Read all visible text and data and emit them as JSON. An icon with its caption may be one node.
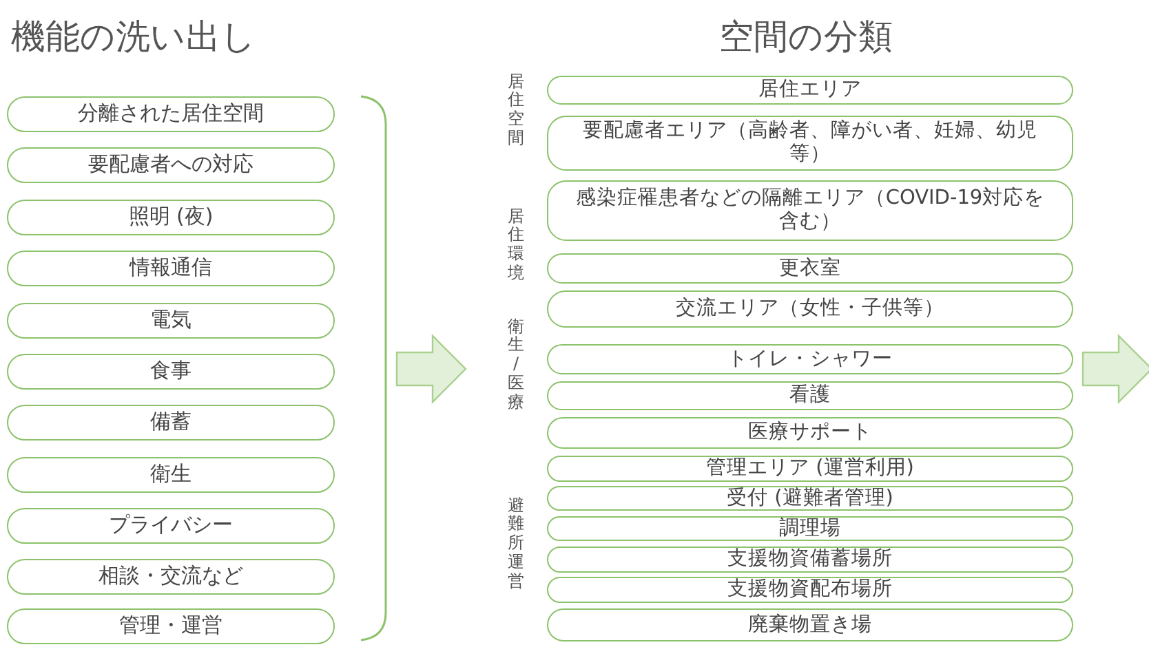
{
  "diagram": {
    "title": "機能の洗い出し",
    "nodes": [
      {
        "text": [
          "分離された居住空間"
        ]
      },
      {
        "text": [
          "要配慮者への対応"
        ]
      },
      {
        "text": [
          "照明 (夜)"
        ]
      },
      {
        "text": [
          "情報通信"
        ]
      },
      {
        "text": [
          "電気"
        ]
      },
      {
        "text": [
          "食事"
        ]
      },
      {
        "text": [
          "備蓄"
        ]
      },
      {
        "text": [
          "衛生"
        ]
      },
      {
        "text": [
          "プライバシー"
        ]
      },
      {
        "text": [
          "相談・交流など"
        ]
      },
      {
        "text": [
          "管理・運営"
        ]
      },
      {
        "text": [
          "居住エリア"
        ]
      },
      {
        "text": [
          "要配慮者エリア（高齢者、障がい者、妊婦、幼児等）"
        ]
      },
      {
        "text": [
          "感染症罹患者などの隔離エリア（COVID-19対応を含む）"
        ]
      },
      {
        "text": [
          "更衣室"
        ]
      },
      {
        "text": [
          "交流エリア（女性・子供等）"
        ]
      },
      {
        "text": [
          "トイレ・シャワー"
        ]
      },
      {
        "text": [
          "看護"
        ]
      },
      {
        "text": [
          "医療サポート"
        ]
      },
      {
        "text": [
          "管理エリア (運営利用)"
        ]
      },
      {
        "text": [
          "受付 (避難者管理)"
        ]
      },
      {
        "text": [
          "調理場"
        ]
      },
      {
        "text": [
          "支援物資備蓄場所"
        ]
      },
      {
        "text": [
          "支援物資配布場所"
        ]
      },
      {
        "text": [
          "廃棄物置き場"
        ]
      }
    ],
    "labels": [
      "空間の分類",
      "居住空間",
      "居住環境",
      "衛生/医療",
      "避難所運営"
    ]
  }
}
